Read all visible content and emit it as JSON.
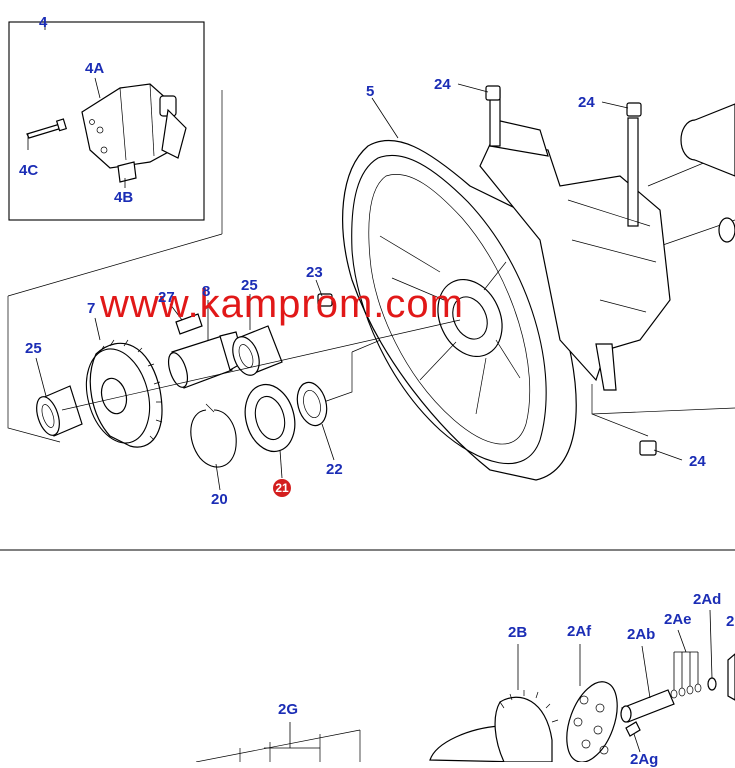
{
  "watermark": "www.kamprom.com",
  "colors": {
    "label": "#1b2db5",
    "watermark": "#e11818",
    "highlight_badge": "#d31f1f"
  },
  "labels": {
    "p4": "4",
    "p4A": "4A",
    "p4B": "4B",
    "p4C": "4C",
    "p5": "5",
    "p7": "7",
    "p8": "8",
    "p20": "20",
    "p21": "21",
    "p22": "22",
    "p23": "23",
    "p24a": "24",
    "p24b": "24",
    "p24c": "24",
    "p25a": "25",
    "p25b": "25",
    "p27": "27",
    "p2B": "2B",
    "p2Af": "2Af",
    "p2Ab": "2Ab",
    "p2Ae": "2Ae",
    "p2Ad": "2Ad",
    "p2Ag": "2Ag",
    "p2G": "2G",
    "p2cut": "2"
  }
}
